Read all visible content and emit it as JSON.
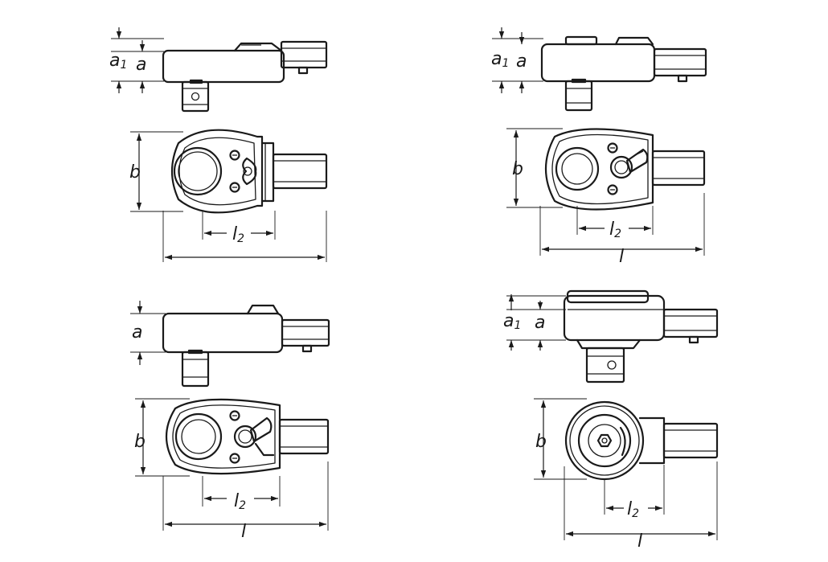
{
  "labels": {
    "a": "a",
    "a1": "a",
    "a1_sub": "1",
    "b": "b",
    "l": "l",
    "l2": "l",
    "l2_sub": "2"
  },
  "colors": {
    "line": "#1a1a1a",
    "background": "#ffffff"
  }
}
